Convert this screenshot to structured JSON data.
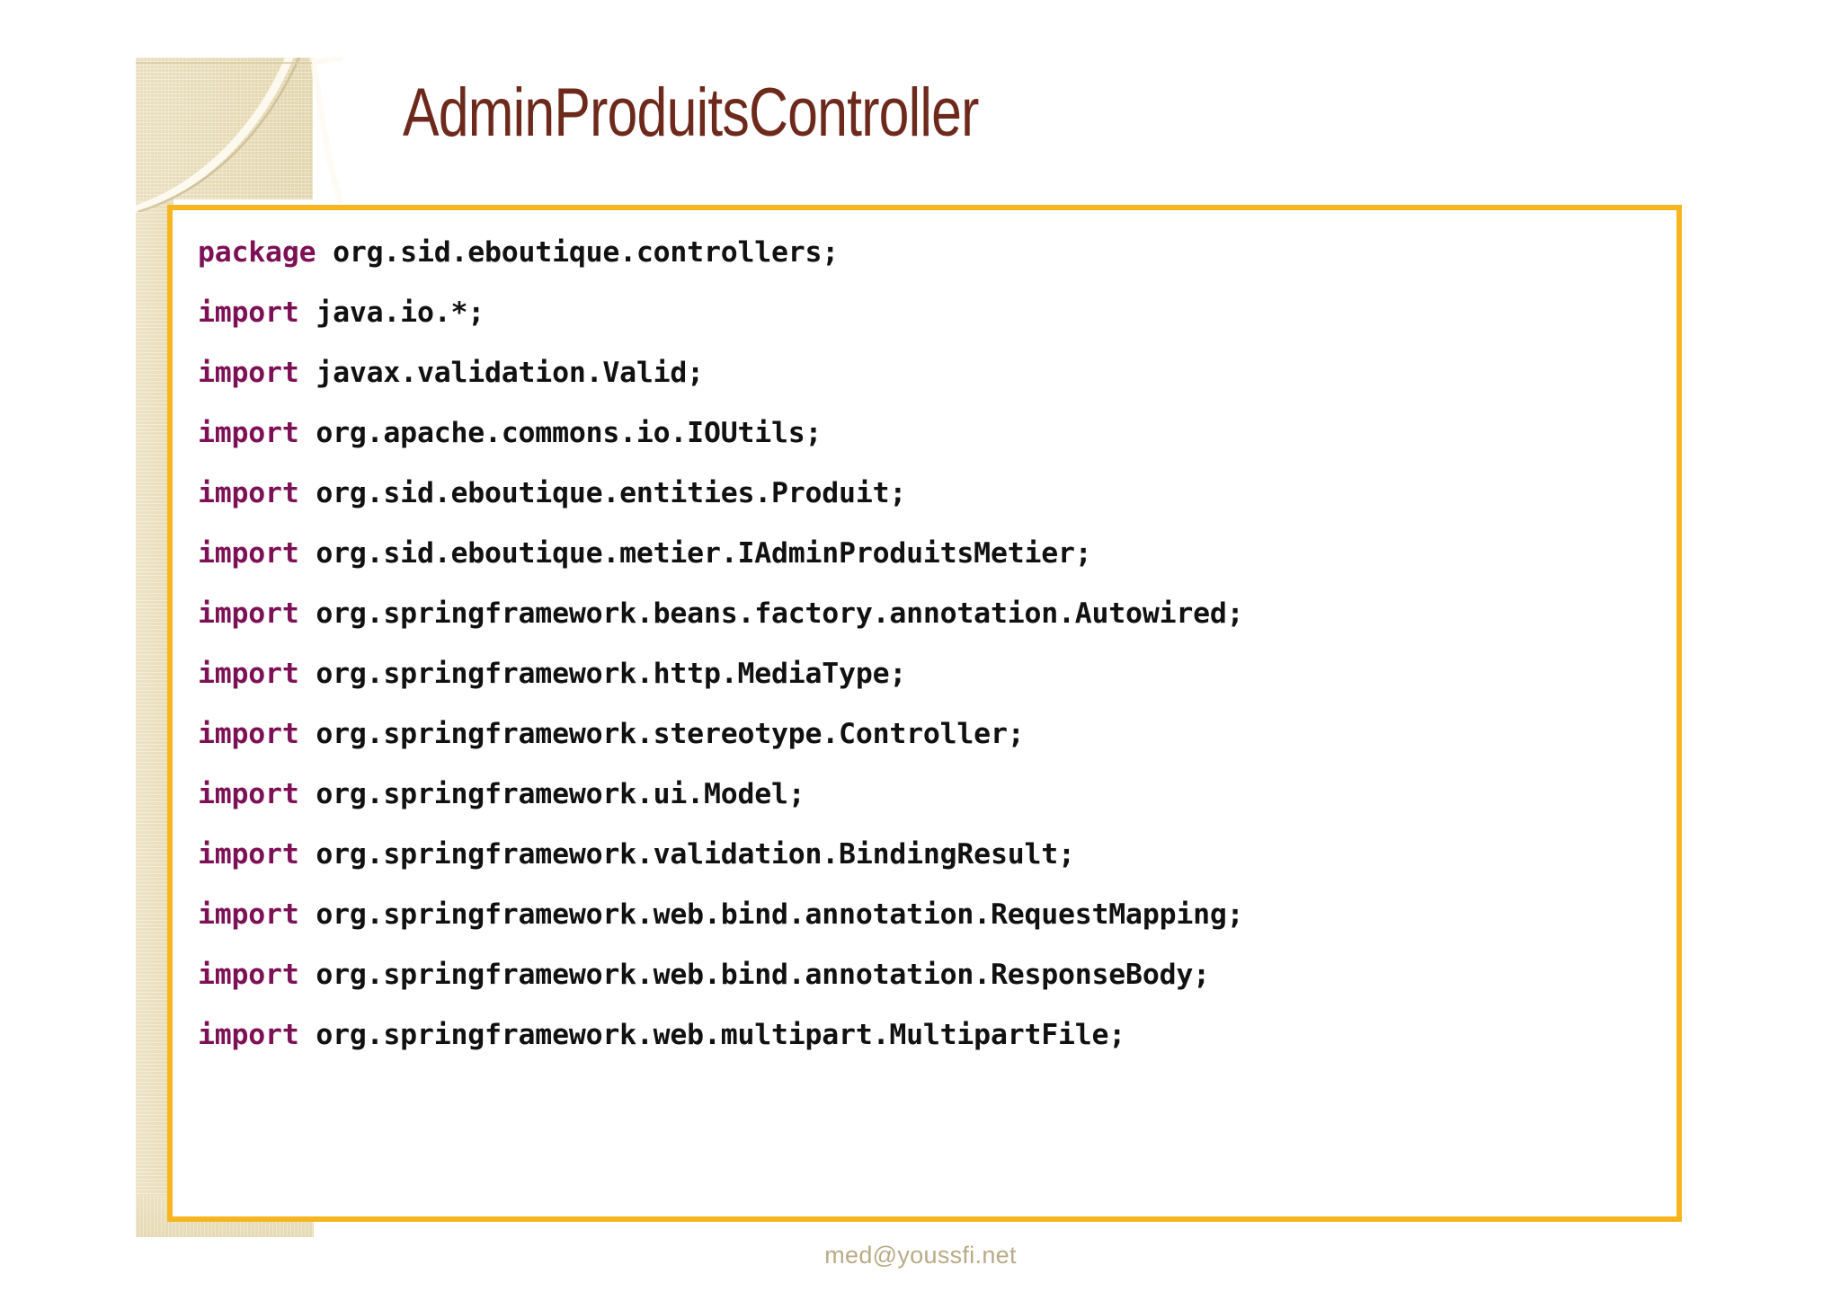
{
  "slide": {
    "title": "AdminProduitsController",
    "title_color": "#6d2a1c",
    "border_color": "#f7b620",
    "deco_color": "#ecdfb8",
    "background": "#ffffff"
  },
  "code": {
    "language": "java",
    "keyword_color": "#7d1155",
    "text_color": "#111111",
    "lines": [
      {
        "keyword": "package",
        "rest": " org.sid.eboutique.controllers;"
      },
      {
        "keyword": "import",
        "rest": " java.io.*;"
      },
      {
        "keyword": "import",
        "rest": " javax.validation.Valid;"
      },
      {
        "keyword": "import",
        "rest": " org.apache.commons.io.IOUtils;"
      },
      {
        "keyword": "import",
        "rest": " org.sid.eboutique.entities.Produit;"
      },
      {
        "keyword": "import",
        "rest": " org.sid.eboutique.metier.IAdminProduitsMetier;"
      },
      {
        "keyword": "import",
        "rest": " org.springframework.beans.factory.annotation.Autowired;"
      },
      {
        "keyword": "import",
        "rest": " org.springframework.http.MediaType;"
      },
      {
        "keyword": "import",
        "rest": " org.springframework.stereotype.Controller;"
      },
      {
        "keyword": "import",
        "rest": " org.springframework.ui.Model;"
      },
      {
        "keyword": "import",
        "rest": " org.springframework.validation.BindingResult;"
      },
      {
        "keyword": "import",
        "rest": " org.springframework.web.bind.annotation.RequestMapping;"
      },
      {
        "keyword": "import",
        "rest": " org.springframework.web.bind.annotation.ResponseBody;"
      },
      {
        "keyword": "import",
        "rest": " org.springframework.web.multipart.MultipartFile;"
      }
    ]
  },
  "footer": {
    "watermark": "med@youssfi.net",
    "color": "#b9ab86"
  }
}
